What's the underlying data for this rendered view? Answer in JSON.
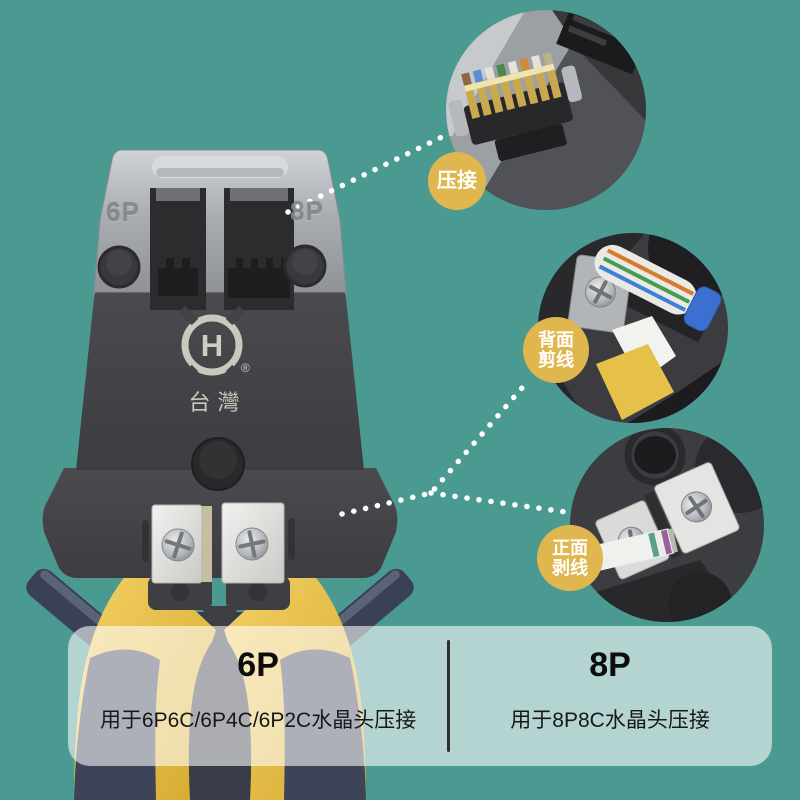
{
  "scene": {
    "background_color": "#4a9a92",
    "badge_color": "#e0b64e"
  },
  "tool": {
    "brand_letter": "H",
    "registered_mark": "®",
    "brand_region": "台灣",
    "slot_label_6p": "6P",
    "slot_label_8p": "8P"
  },
  "callouts": [
    {
      "name": "crimp",
      "lines": [
        "压接",
        ""
      ]
    },
    {
      "name": "back-cut",
      "lines": [
        "背面",
        "剪线"
      ]
    },
    {
      "name": "front-strip",
      "lines": [
        "正面",
        "剥线"
      ]
    }
  ],
  "info_panel": {
    "columns": [
      {
        "title": "6P",
        "description": "用于6P6C/6P4C/6P2C水晶头压接"
      },
      {
        "title": "8P",
        "description": "用于8P8C水晶头压接"
      }
    ]
  }
}
